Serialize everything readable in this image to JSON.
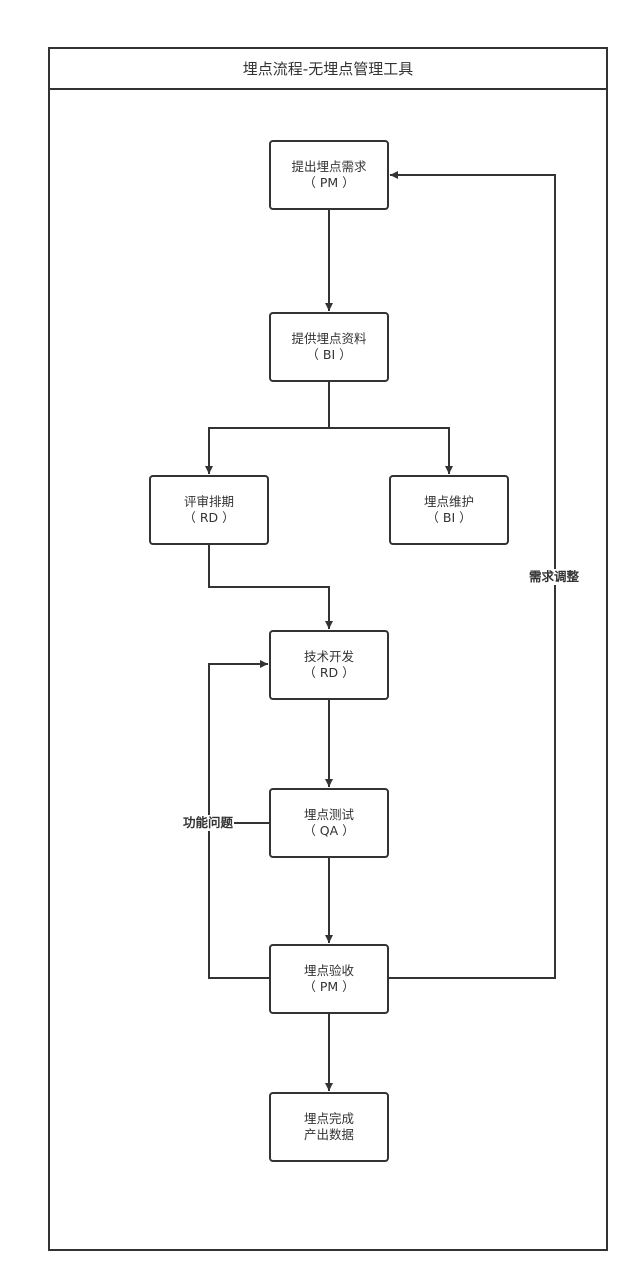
{
  "title": "埋点流程-无埋点管理工具",
  "nodes": {
    "n1": {
      "line1": "提出埋点需求",
      "line2": "（ PM ）"
    },
    "n2": {
      "line1": "提供埋点资料",
      "line2": "（ BI ）"
    },
    "n3": {
      "line1": "评审排期",
      "line2": "（ RD ）"
    },
    "n4": {
      "line1": "埋点维护",
      "line2": "（ BI ）"
    },
    "n5": {
      "line1": "技术开发",
      "line2": "（ RD ）"
    },
    "n6": {
      "line1": "埋点测试",
      "line2": "（ QA ）"
    },
    "n7": {
      "line1": "埋点验收",
      "line2": "（ PM ）"
    },
    "n8": {
      "line1": "埋点完成",
      "line2": "产出数据"
    }
  },
  "edge_labels": {
    "demand_adjust": "需求调整",
    "function_issue": "功能问题"
  },
  "colors": {
    "stroke": "#333333",
    "background": "#ffffff"
  }
}
